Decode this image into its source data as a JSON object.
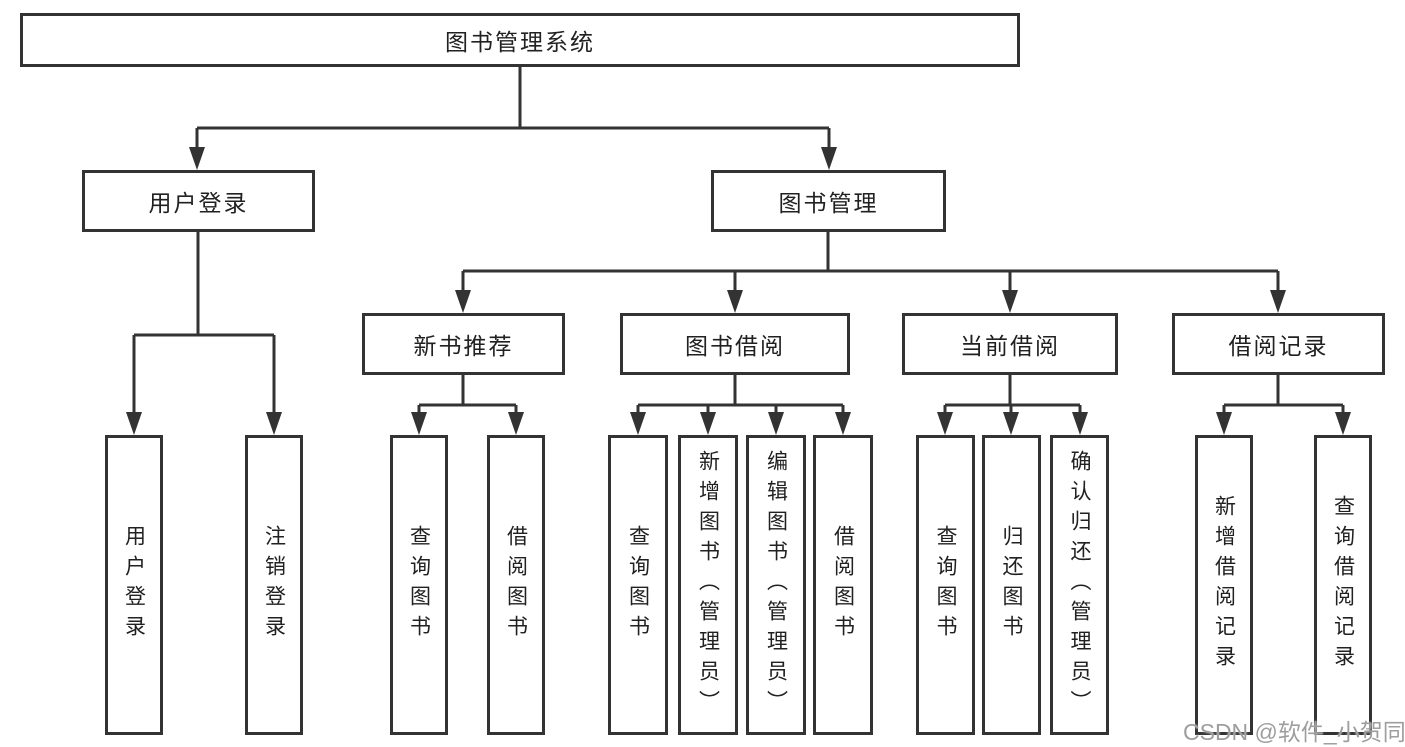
{
  "root": {
    "label": "图书管理系统"
  },
  "branches": [
    {
      "label": "用户登录",
      "leaves": [
        "用户登录",
        "注销登录"
      ]
    },
    {
      "label": "图书管理",
      "groups": [
        {
          "label": "新书推荐",
          "leaves": [
            "查询图书",
            "借阅图书"
          ]
        },
        {
          "label": "图书借阅",
          "leaves": [
            "查询图书",
            "新增图书（管理员）",
            "编辑图书（管理员）",
            "借阅图书"
          ]
        },
        {
          "label": "当前借阅",
          "leaves": [
            "查询图书",
            "归还图书",
            "确认归还（管理员）"
          ]
        },
        {
          "label": "借阅记录",
          "leaves": [
            "新增借阅记录",
            "查询借阅记录"
          ]
        }
      ]
    }
  ],
  "watermark": {
    "text": "CSDN @软件_小贺同学"
  },
  "colors": {
    "line": "#333333",
    "text": "#212121",
    "watermark": "#9e9e9e",
    "bg": "#ffffff"
  }
}
